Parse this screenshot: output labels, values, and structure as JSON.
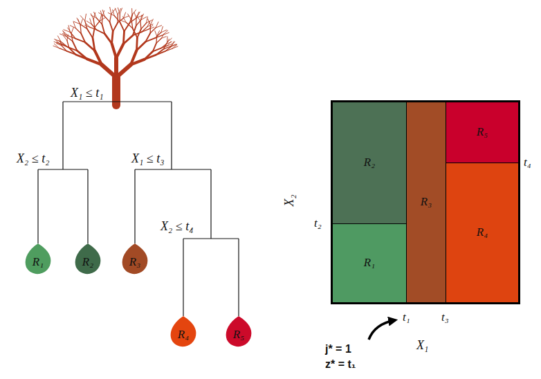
{
  "diagram": {
    "nodes": [
      {
        "text": [
          "R₁"
        ]
      },
      {
        "text": [
          "R₂"
        ]
      },
      {
        "text": [
          "R₃"
        ]
      },
      {
        "text": [
          "R₄"
        ]
      },
      {
        "text": [
          "R₅"
        ]
      },
      {
        "text": [
          "R₁"
        ]
      },
      {
        "text": [
          "R₂"
        ]
      },
      {
        "text": [
          "R₃"
        ]
      },
      {
        "text": [
          "R₄"
        ]
      },
      {
        "text": [
          "R₅"
        ]
      }
    ],
    "labels": [
      "X₁ ≤ t₁",
      "X₂ ≤ t₂",
      "X₁ ≤ t₃",
      "X₂ ≤ t₄",
      "t₂",
      "t₄",
      "t₁",
      "t₃",
      "X₂",
      "X₁",
      "j* = 1",
      "z* = t₁"
    ]
  }
}
